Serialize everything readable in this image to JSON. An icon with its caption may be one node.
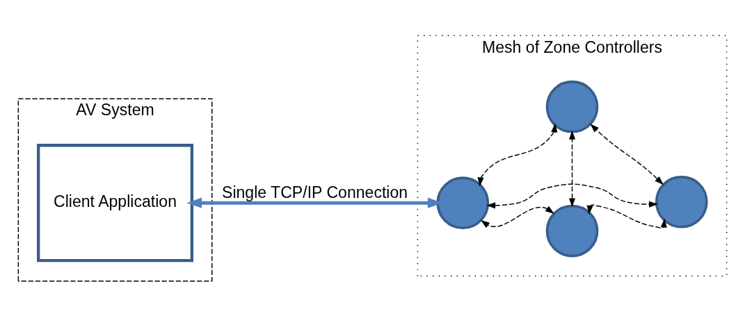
{
  "diagram": {
    "nodes": [
      {
        "text": [
          "AV System"
        ]
      },
      {
        "text": [
          "Client Application"
        ],
        "in": 0
      },
      {
        "text": [
          "Mesh of Zone Controllers"
        ]
      },
      {
        "text": [],
        "shape": "circle",
        "in": 2
      },
      {
        "text": [],
        "shape": "circle",
        "in": 2
      },
      {
        "text": [],
        "shape": "circle",
        "in": 2
      },
      {
        "text": [],
        "shape": "circle",
        "in": 2
      }
    ],
    "edges": [
      {
        "from": 1,
        "to": 4,
        "arrow": "both",
        "label": "Single TCP/IP Connection",
        "style": "thick",
        "color": "#4f81bd"
      },
      {
        "from": 3,
        "to": 4,
        "arrow": "both",
        "style": "dashed"
      },
      {
        "from": 3,
        "to": 5,
        "arrow": "both",
        "style": "dashed"
      },
      {
        "from": 3,
        "to": 6,
        "arrow": "both",
        "style": "dashed"
      },
      {
        "from": 4,
        "to": 5,
        "arrow": "both",
        "style": "dashed"
      },
      {
        "from": 4,
        "to": 6,
        "arrow": "both",
        "style": "dashed"
      },
      {
        "from": 5,
        "to": 6,
        "arrow": "both",
        "style": "dashed"
      }
    ]
  }
}
